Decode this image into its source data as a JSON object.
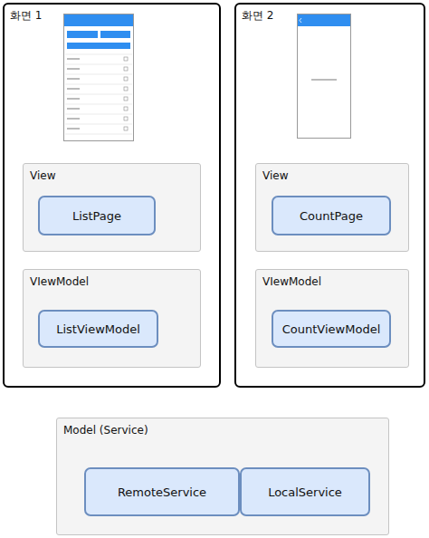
{
  "diagram": {
    "nodes": [
      {
        "text": [
          "화면 1"
        ]
      },
      {
        "text": [
          "View"
        ],
        "in": 0
      },
      {
        "text": [
          "ListPage"
        ],
        "in": 1
      },
      {
        "text": [
          "VIewModel"
        ],
        "in": 0
      },
      {
        "text": [
          "ListViewModel"
        ],
        "in": 3
      },
      {
        "text": [
          "화면 2"
        ]
      },
      {
        "text": [
          "View"
        ],
        "in": 5
      },
      {
        "text": [
          "CountPage"
        ],
        "in": 6
      },
      {
        "text": [
          "VIewModel"
        ],
        "in": 5
      },
      {
        "text": [
          "CountViewModel"
        ],
        "in": 8
      },
      {
        "text": [
          "Model (Service)"
        ]
      },
      {
        "text": [
          "RemoteService"
        ],
        "in": 10
      },
      {
        "text": [
          "LocalService"
        ],
        "in": 10
      }
    ]
  }
}
